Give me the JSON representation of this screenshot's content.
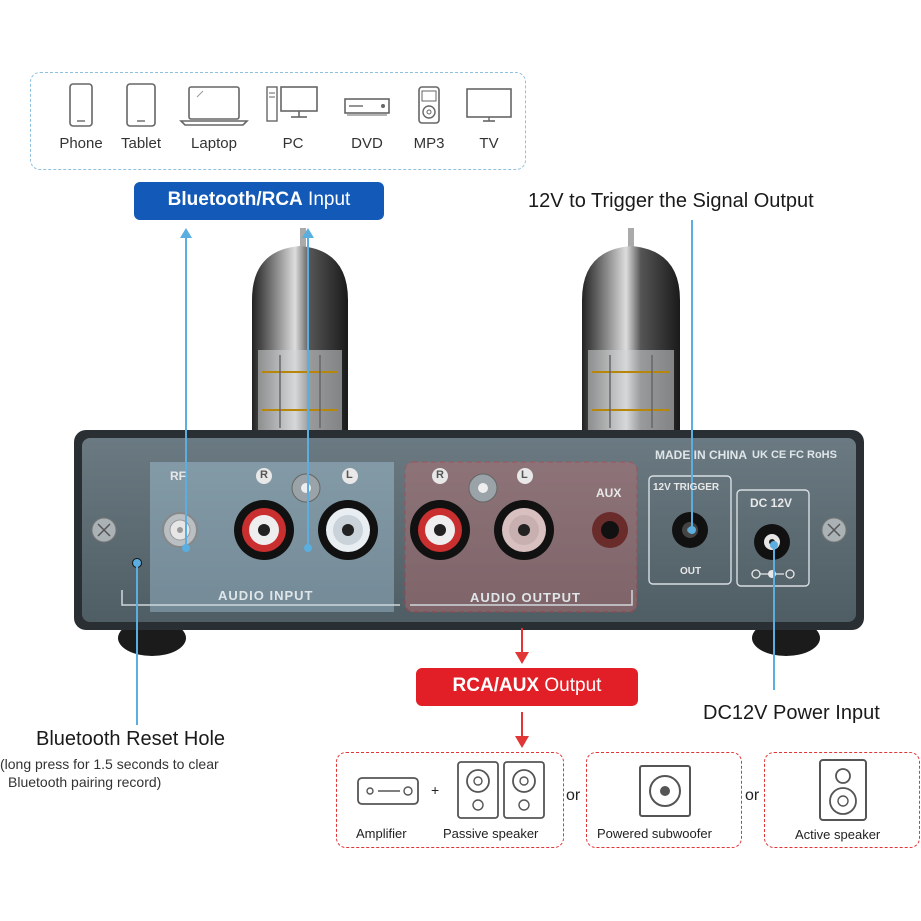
{
  "sources": {
    "devices": [
      {
        "label": "Phone",
        "icon": "phone-icon"
      },
      {
        "label": "Tablet",
        "icon": "tablet-icon"
      },
      {
        "label": "Laptop",
        "icon": "laptop-icon"
      },
      {
        "label": "PC",
        "icon": "pc-icon"
      },
      {
        "label": "DVD",
        "icon": "dvd-icon"
      },
      {
        "label": "MP3",
        "icon": "mp3-icon"
      },
      {
        "label": "TV",
        "icon": "tv-icon"
      }
    ]
  },
  "input_pill": {
    "bold": "Bluetooth/RCA",
    "rest": " Input",
    "color": "#1259b8"
  },
  "trigger_caption": "12V to Trigger the Signal Output",
  "power_caption": "DC12V Power Input",
  "reset": {
    "title": "Bluetooth Reset Hole",
    "note_line1": "(long press for 1.5 seconds to clear",
    "note_line2": "Bluetooth pairing record)"
  },
  "output_pill": {
    "bold": "RCA/AUX",
    "rest": " Output",
    "color": "#e21f26"
  },
  "panel": {
    "made_in": "MADE IN CHINA",
    "marks": "UK CE FC RoHS",
    "rf": "RF",
    "r": "R",
    "l": "L",
    "audio_input": "AUDIO INPUT",
    "audio_output": "AUDIO OUTPUT",
    "aux": "AUX",
    "trigger_label": "12V TRIGGER",
    "trigger_out": "OUT",
    "dc_label": "DC 12V",
    "panel_color": "#5c6b73"
  },
  "outputs": {
    "amplifier": "Amplifier",
    "plus": "+",
    "passive": "Passive speaker",
    "or1": "or",
    "subwoofer": "Powered subwoofer",
    "or2": "or",
    "active": "Active speaker"
  }
}
